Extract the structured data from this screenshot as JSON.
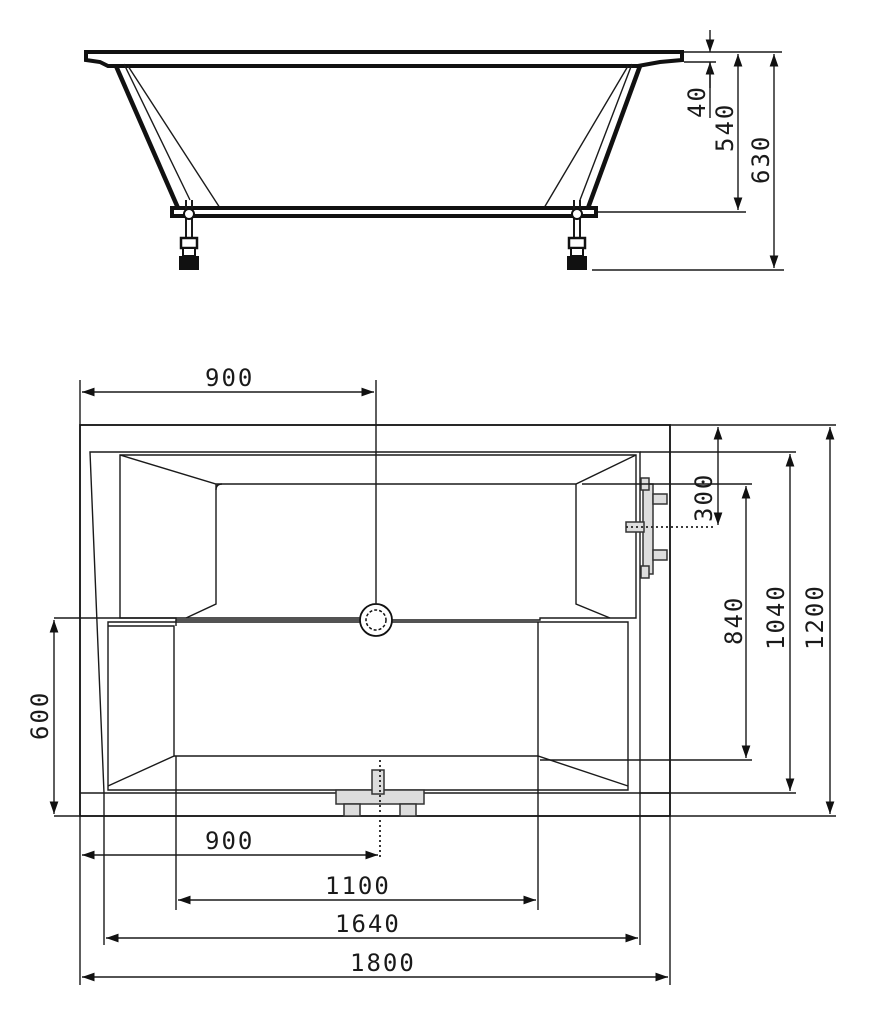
{
  "side_view": {
    "rim_height": "40",
    "inner_depth": "540",
    "total_height": "630"
  },
  "plan_view": {
    "drain_offset_x": "900",
    "valve_offset_y": "300",
    "inner_length_side": "840",
    "inner_width": "1040",
    "outer_width": "1200",
    "bottom_offset": "600",
    "spout_offset_x": "900",
    "floor_length": "1100",
    "inner_length": "1640",
    "outer_length": "1800"
  }
}
